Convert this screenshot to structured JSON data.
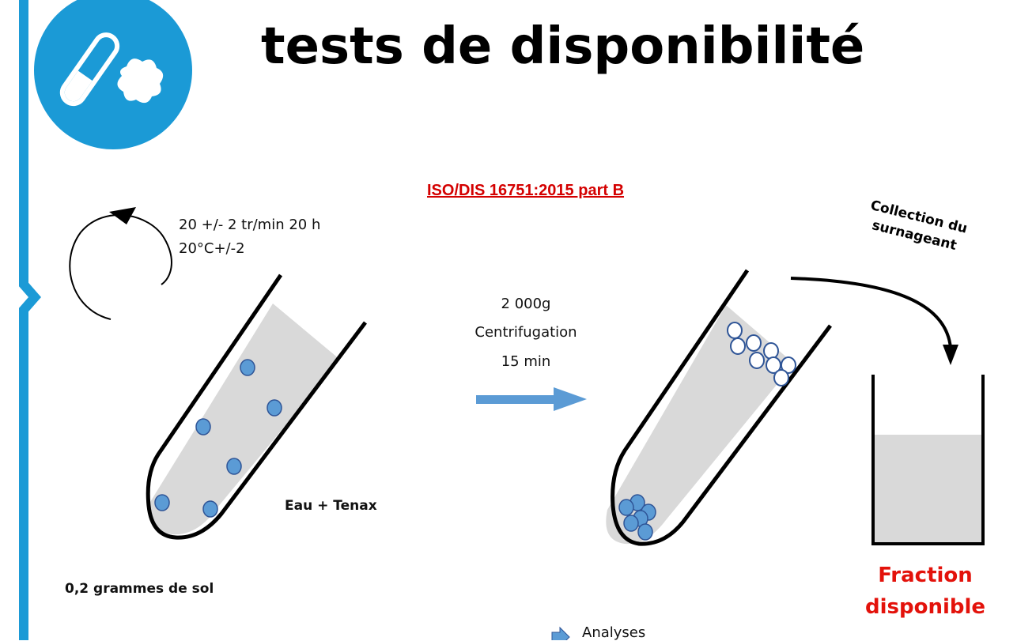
{
  "title": "tests de disponibilité",
  "standard": "ISO/DIS 16751:2015 part B",
  "rotation": {
    "line1": "20 +/- 2 tr/min 20 h",
    "line2": "20°C+/-2"
  },
  "centrifugation": {
    "line1": "2 000g",
    "line2": "Centrifugation",
    "line3": "15 min"
  },
  "tube_label": "Eau + Tenax",
  "sample_label": "0,2 grammes de sol",
  "collection_label": {
    "line1": "Collection du",
    "line2": "surnageant"
  },
  "result_label": {
    "line1": "Fraction",
    "line2": "disponible"
  },
  "analyses_label": "Analyses",
  "colors": {
    "title": "#000000",
    "standard": "#d40000",
    "result": "#e3120b",
    "arrow": "#5b9bd5",
    "bead": "#5b9bd5",
    "logo": "#1b9ad6",
    "liquid": "#d9d9d9",
    "bracket": "#1b9ad6"
  },
  "icons": {
    "logo": "test-tube-with-tenax-icon",
    "rotation": "rotation-arrow-icon",
    "centrifuge_arrow": "right-arrow-icon",
    "collection_arrow": "curved-arrow-icon"
  }
}
